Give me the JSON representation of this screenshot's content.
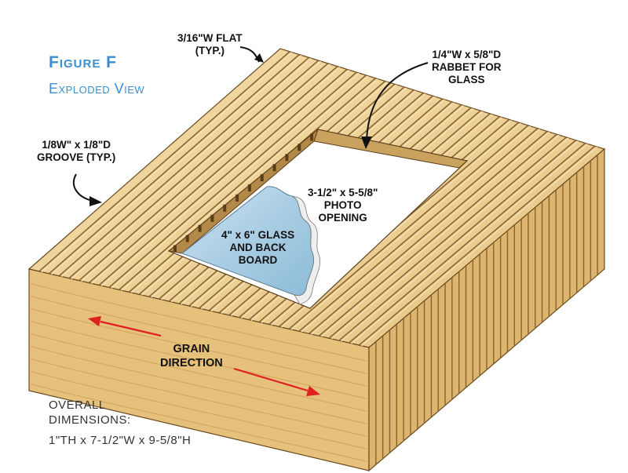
{
  "figure": {
    "title": "Figure F",
    "subtitle": "Exploded View"
  },
  "callouts": {
    "flat": "3/16\"W FLAT\n(TYP.)",
    "rabbet": "1/4\"W x 5/8\"D\nRABBET FOR\nGLASS",
    "groove": "1/8W\" x 1/8\"D\nGROOVE (TYP.)",
    "photo_opening": "3-1/2\" x 5-5/8\"\nPHOTO\nOPENING",
    "glass": "4\" x 6\" GLASS\nAND BACK\nBOARD",
    "grain": "GRAIN\nDIRECTION"
  },
  "overall": {
    "line1": "OVERALL",
    "line2": "DIMENSIONS:",
    "line3": "1\"TH x 7-1/2\"W x 9-5/8\"H"
  },
  "colors": {
    "title_blue": "#3b8fcf",
    "wood_top": "#e9c98d",
    "wood_face": "#e6c17c",
    "grain_arrow": "#e02020",
    "glass": "#a9cde3"
  }
}
